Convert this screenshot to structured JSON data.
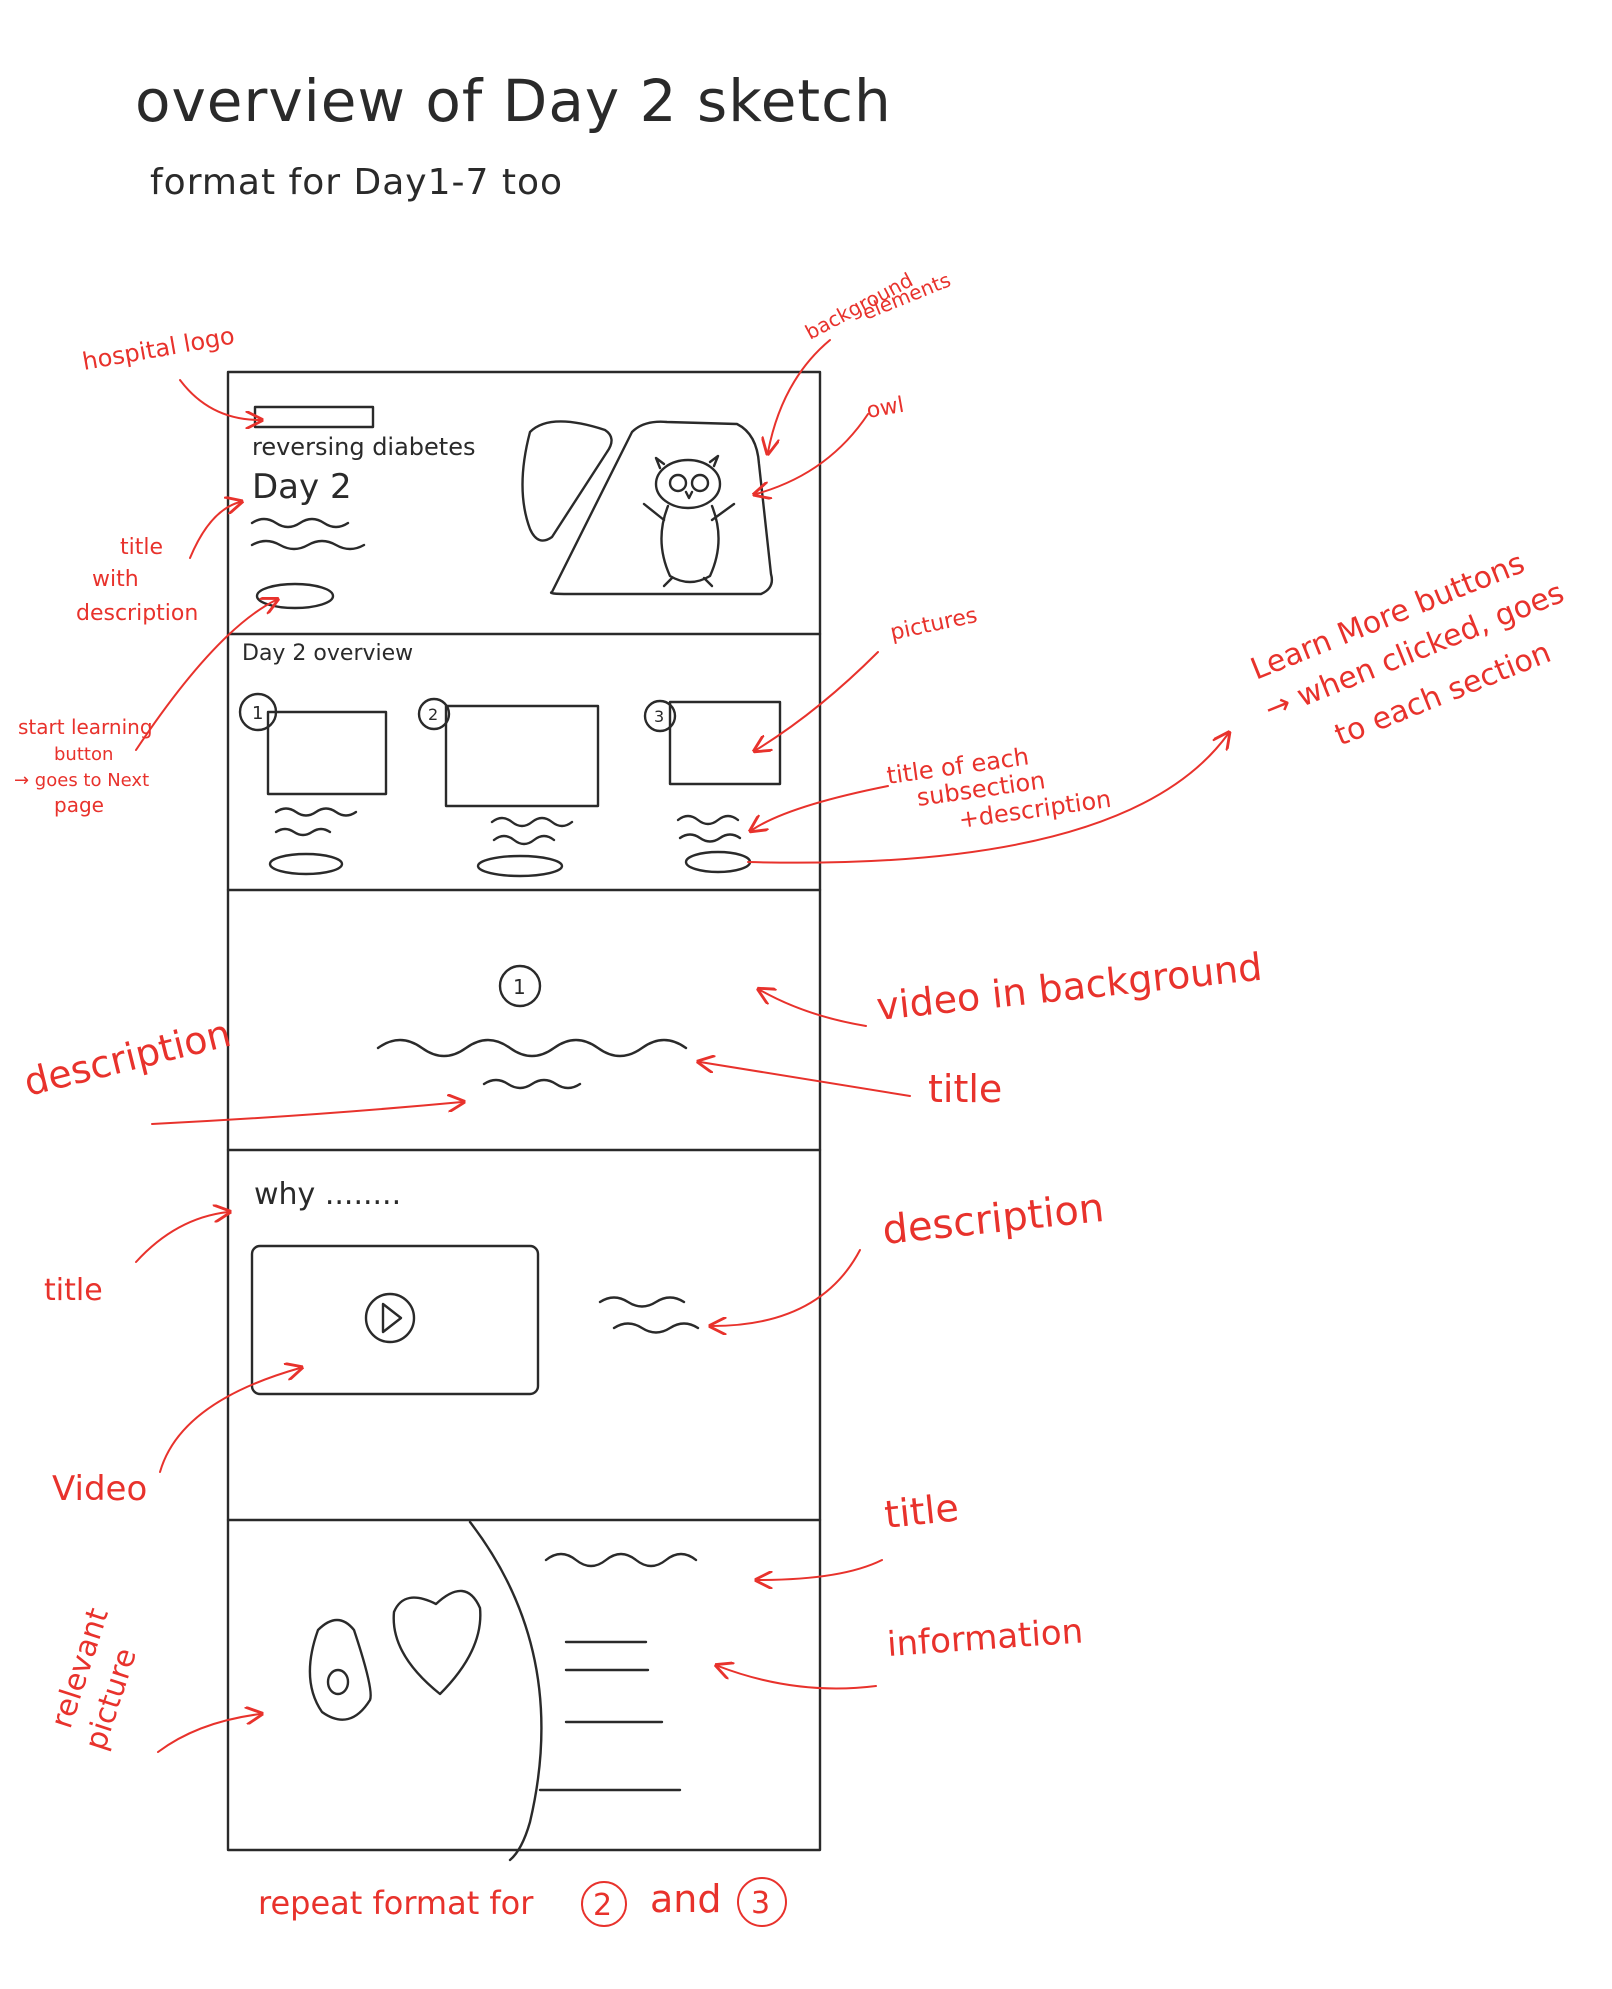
{
  "title": "overview of Day 2 sketch",
  "subtitle": "format for Day1-7 too",
  "wireframe": {
    "brand_text": "reversing diabetes",
    "hero_title": "Day 2",
    "overview_heading": "Day 2 overview",
    "steps": [
      "1",
      "2",
      "3"
    ],
    "why_heading": "why ........"
  },
  "annotations": {
    "hospital_logo": "hospital logo",
    "background_elements": [
      "background",
      "elements"
    ],
    "owl": "owl",
    "title_with_description": [
      "title",
      "with",
      "description"
    ],
    "start_learning": [
      "start learning",
      "button",
      "→ goes to Next",
      "page"
    ],
    "pictures": "pictures",
    "learn_more": [
      "Learn More buttons",
      "→ when clicked, goes",
      "to each section"
    ],
    "subsection": [
      "title of each",
      "subsection",
      "+description"
    ],
    "video_bg": "video in background",
    "description_left": "description",
    "title_mid": "title",
    "title_left": "title",
    "description_right": "description",
    "video": "Video",
    "title_bottom": "title",
    "information": "information",
    "relevant_picture": [
      "relevant",
      "picture"
    ],
    "repeat_prefix": "repeat format for",
    "repeat_n1": "2",
    "repeat_and": "and",
    "repeat_n2": "3"
  },
  "colors": {
    "ink": "#2a2a2a",
    "annotation": "#e8322c"
  }
}
